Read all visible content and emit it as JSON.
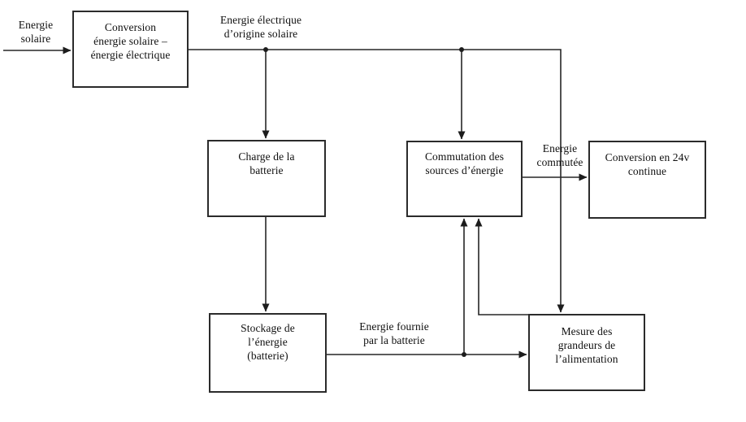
{
  "diagram": {
    "description": "Block diagram of a solar-powered supply chain (French)",
    "colors": {
      "background": "#ffffff",
      "line": "#262626",
      "box_border": "#2b2b2b",
      "text": "#0f0f0f"
    },
    "nodes": {
      "conversion_solaire": {
        "label": "Conversion\nénergie solaire –\nénergie électrique"
      },
      "charge_batterie": {
        "label": "Charge de la\nbatterie"
      },
      "commutation": {
        "label": "Commutation des\nsources d’énergie"
      },
      "conversion_24v": {
        "label": "Conversion en 24v\ncontinue"
      },
      "stockage": {
        "label": "Stockage de\nl’énergie\n(batterie)"
      },
      "mesure": {
        "label": "Mesure des\ngrandeurs de\nl’alimentation"
      }
    },
    "edge_labels": {
      "energie_solaire": "Energie\nsolaire",
      "energie_electrique": "Energie électrique\nd’origine solaire",
      "energie_commutee": "Energie\ncommutée",
      "energie_fournie": "Energie fournie\npar la batterie"
    }
  }
}
